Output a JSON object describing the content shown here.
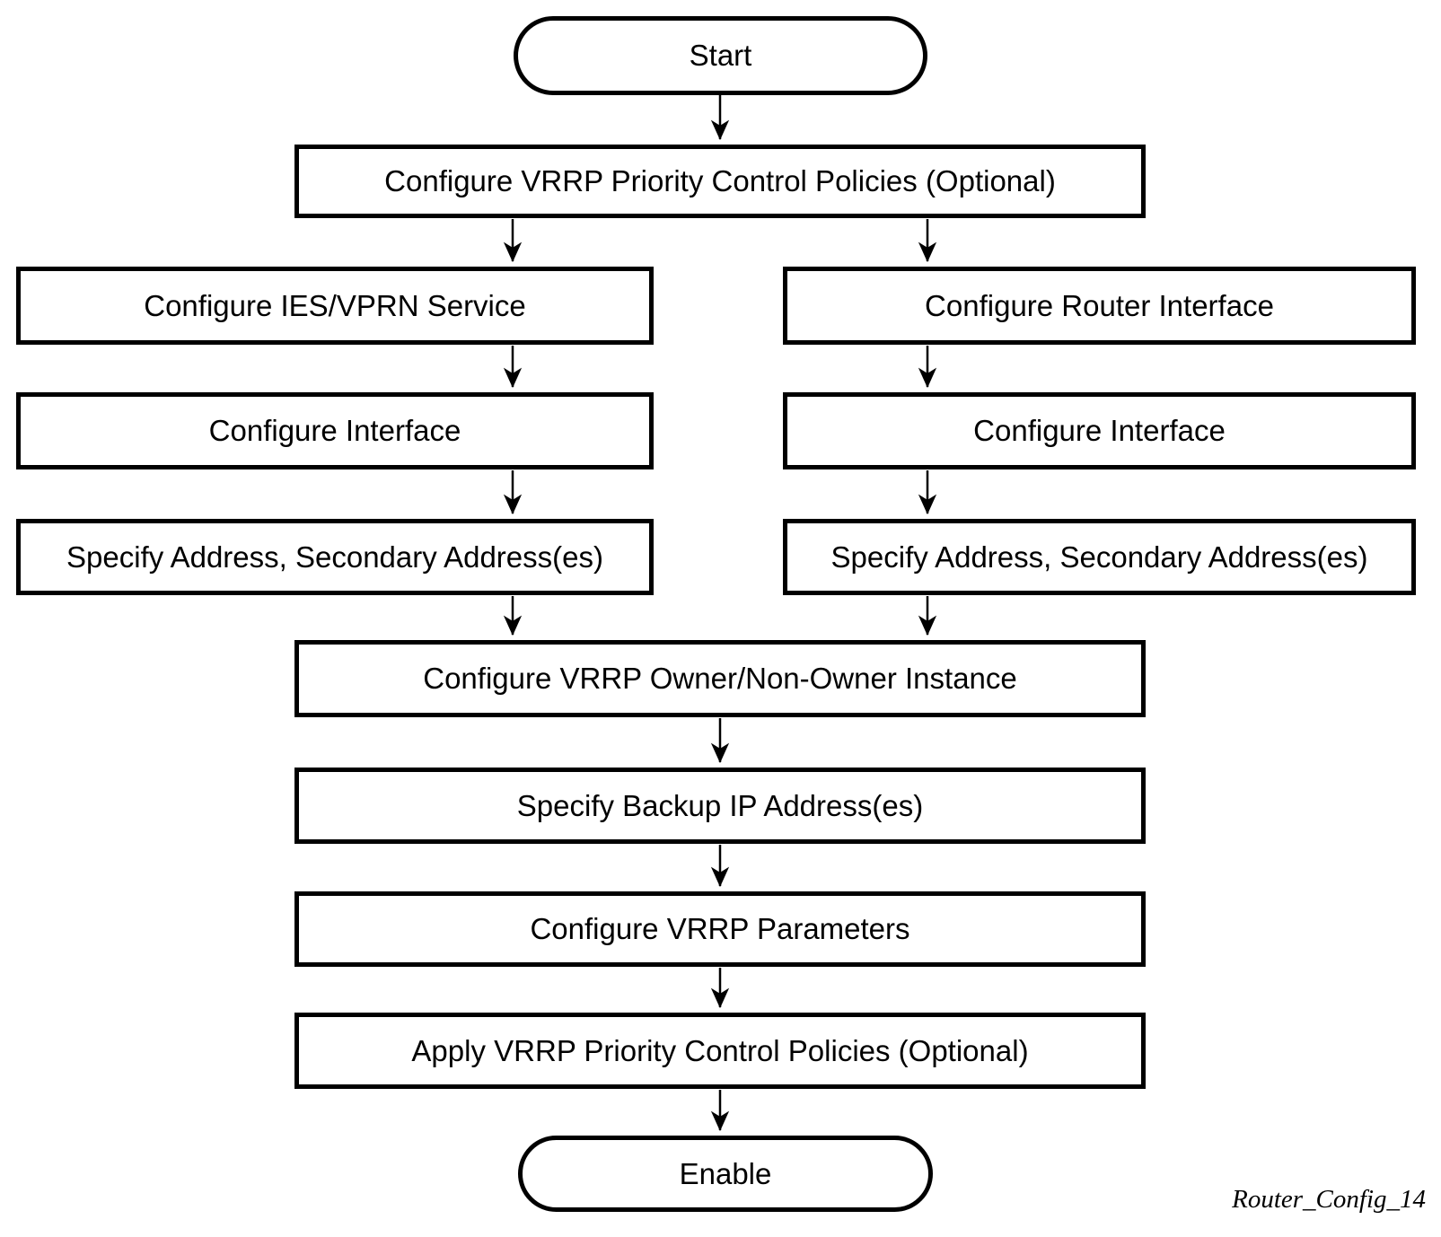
{
  "diagram": {
    "type": "flowchart",
    "caption": "Router_Config_14",
    "colors": {
      "stroke": "#000000",
      "fill": "#ffffff",
      "text": "#000000"
    },
    "nodes": {
      "start": {
        "label": "Start",
        "shape": "terminator"
      },
      "configure_priority_policies": {
        "label": "Configure VRRP Priority Control Policies (Optional)",
        "shape": "process"
      },
      "configure_ies_vprn_service": {
        "label": "Configure IES/VPRN Service",
        "shape": "process"
      },
      "configure_router_interface": {
        "label": "Configure Router Interface",
        "shape": "process"
      },
      "configure_interface_left": {
        "label": "Configure Interface",
        "shape": "process"
      },
      "configure_interface_right": {
        "label": "Configure Interface",
        "shape": "process"
      },
      "specify_address_left": {
        "label": "Specify Address, Secondary Address(es)",
        "shape": "process"
      },
      "specify_address_right": {
        "label": "Specify Address, Secondary Address(es)",
        "shape": "process"
      },
      "configure_owner_instance": {
        "label": "Configure VRRP Owner/Non-Owner Instance",
        "shape": "process"
      },
      "specify_backup_ip": {
        "label": "Specify Backup IP Address(es)",
        "shape": "process"
      },
      "configure_vrrp_parameters": {
        "label": "Configure VRRP Parameters",
        "shape": "process"
      },
      "apply_priority_policies": {
        "label": "Apply VRRP Priority Control Policies (Optional)",
        "shape": "process"
      },
      "enable": {
        "label": "Enable",
        "shape": "terminator"
      }
    },
    "edges": [
      {
        "from": "start",
        "to": "configure_priority_policies"
      },
      {
        "from": "configure_priority_policies",
        "to": "configure_ies_vprn_service"
      },
      {
        "from": "configure_priority_policies",
        "to": "configure_router_interface"
      },
      {
        "from": "configure_ies_vprn_service",
        "to": "configure_interface_left"
      },
      {
        "from": "configure_router_interface",
        "to": "configure_interface_right"
      },
      {
        "from": "configure_interface_left",
        "to": "specify_address_left"
      },
      {
        "from": "configure_interface_right",
        "to": "specify_address_right"
      },
      {
        "from": "specify_address_left",
        "to": "configure_owner_instance"
      },
      {
        "from": "specify_address_right",
        "to": "configure_owner_instance"
      },
      {
        "from": "configure_owner_instance",
        "to": "specify_backup_ip"
      },
      {
        "from": "specify_backup_ip",
        "to": "configure_vrrp_parameters"
      },
      {
        "from": "configure_vrrp_parameters",
        "to": "apply_priority_policies"
      },
      {
        "from": "apply_priority_policies",
        "to": "enable"
      }
    ]
  }
}
